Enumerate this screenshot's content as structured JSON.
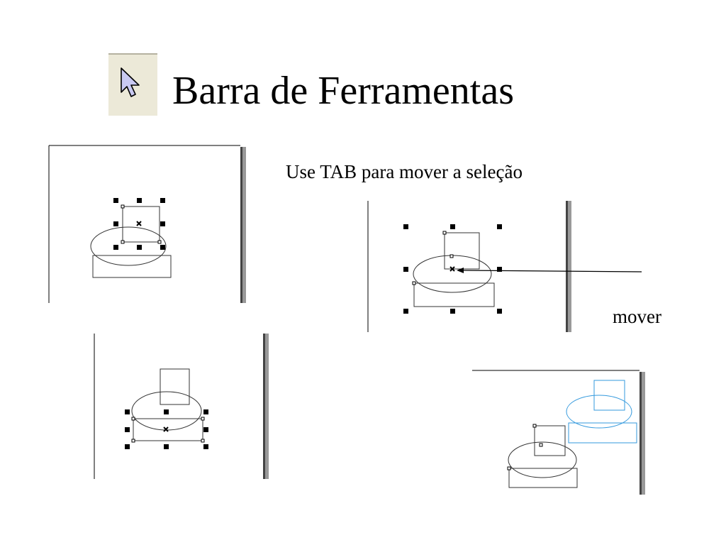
{
  "slide": {
    "title": "Barra de Ferramentas",
    "tool_icon": "pointer-arrow-icon"
  },
  "captions": {
    "instruction": "Use TAB  para mover a seleção",
    "move_label": "mover"
  },
  "colors": {
    "background": "#ffffff",
    "outline": "#000000",
    "drag_preview": "#3399dd",
    "icon_face": "#ece9d8",
    "panel_edge": "#888888"
  }
}
